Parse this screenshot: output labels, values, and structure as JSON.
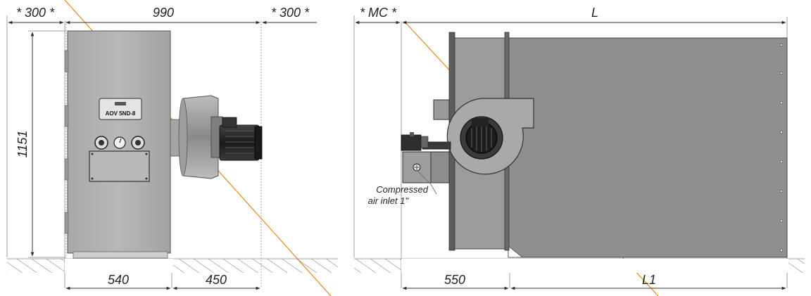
{
  "dimensions": {
    "left_clearance": "* 300 *",
    "width_990": "990",
    "right_clearance": "* 300 *",
    "height_1151": "1151",
    "base_540": "540",
    "base_450": "450",
    "mc_clearance": "* MC *",
    "length_L": "L",
    "length_550": "550",
    "length_L1": "L1"
  },
  "labels": {
    "panel_label": "AOV 5ND-8",
    "compressed_air_line1": "Compressed",
    "compressed_air_line2": "air inlet 1\""
  },
  "colors": {
    "cabinet": "#b0afae",
    "body": "#8f8f8f",
    "motor": "#2a2a2a",
    "accent_line": "#e8891a",
    "hatch": "#777777"
  }
}
